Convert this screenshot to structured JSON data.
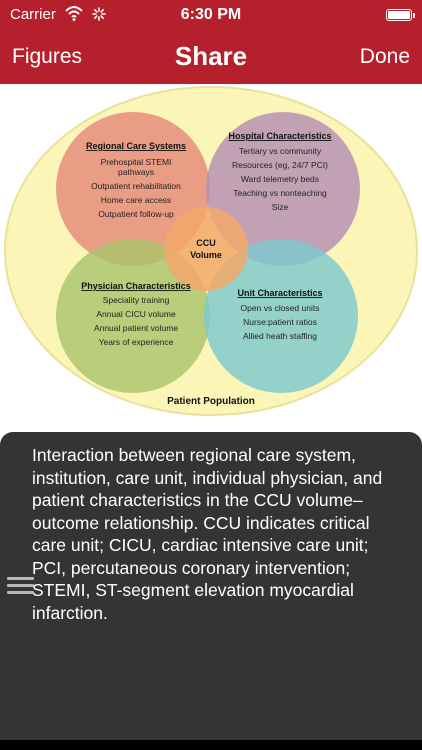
{
  "status_bar": {
    "carrier": "Carrier",
    "time": "6:30 PM",
    "battery_level": 1.0
  },
  "nav": {
    "back_label": "Figures",
    "title": "Share",
    "done_label": "Done"
  },
  "figure": {
    "center_label": [
      "CCU",
      "Volume"
    ],
    "outer_label": "Patient Population",
    "circles": [
      {
        "heading": "Regional Care Systems",
        "items": [
          "Prehospital STEMI",
          "pathways",
          "Outpatient rehabilitation",
          "Home care access",
          "Outpatient follow-up"
        ],
        "color": "#e58a7a"
      },
      {
        "heading": "Hospital Characteristics",
        "items": [
          "Tertiary vs community",
          "Resources (eg, 24/7 PCI)",
          "Ward telemetry beds",
          "Teaching vs nonteaching",
          "Size"
        ],
        "color": "#b68fb5"
      },
      {
        "heading": "Physician Characteristics",
        "items": [
          "Speciality training",
          "Annual CICU volume",
          "Annual patient volume",
          "Years of experience"
        ],
        "color": "#a9c46c"
      },
      {
        "heading": "Unit Characteristics",
        "items": [
          "Open vs closed units",
          "Nurse:patient ratios",
          "Allied heath staffing"
        ],
        "color": "#7cc9cf"
      }
    ],
    "colors": {
      "outer_fill": "#fbf5b8",
      "outer_stroke": "#e9e29a",
      "center": "#f2a86a"
    }
  },
  "caption": {
    "text": "Interaction between regional care system, institution, care unit, individual physician, and patient characteristics in the CCU volume–outcome relationship. CCU indicates critical care unit; CICU, cardiac intensive care unit; PCI, percutaneous coronary intervention; STEMI, ST-segment elevation myocardial infarction."
  },
  "colors": {
    "bar": "#b5202c",
    "panel": "#343434"
  }
}
